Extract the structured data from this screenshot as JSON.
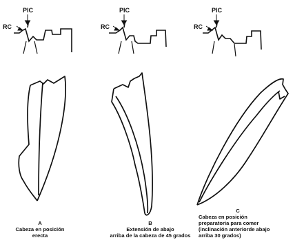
{
  "panels": [
    {
      "id": "a",
      "pic_label": "PIC",
      "rc_label": "RC",
      "letter": "A",
      "caption_lines": [
        "Cabeza en posición",
        "erecta"
      ]
    },
    {
      "id": "b",
      "pic_label": "PIC",
      "rc_label": "RC",
      "letter": "B",
      "caption_lines": [
        "Extensión de abajo",
        "arriba de la cabeza de 45 grados"
      ]
    },
    {
      "id": "c",
      "pic_label": "PIC",
      "rc_label": "RC",
      "letter": "C",
      "caption_lines": [
        "Cabeza en posición",
        "preparatoria para comer",
        "(inclinación anteriorde abajo",
        "arriba 30 grados)"
      ]
    }
  ],
  "colors": {
    "ink": "#111111",
    "background": "#ffffff"
  }
}
